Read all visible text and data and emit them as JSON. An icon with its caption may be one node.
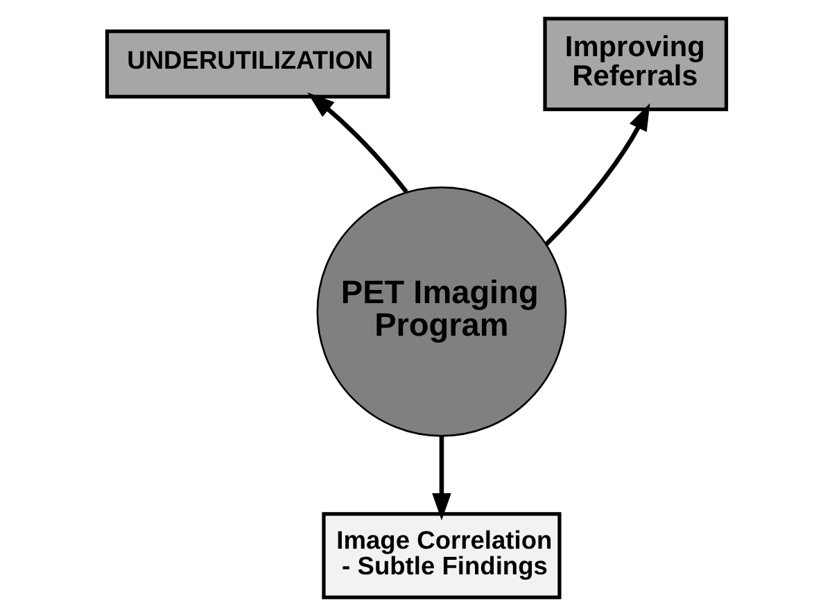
{
  "diagram": {
    "nodes": [
      {
        "text": [
          "PET Imaging Program"
        ]
      },
      {
        "text": [
          "UNDERUTILIZATION"
        ]
      },
      {
        "text": [
          "Improving Referrals"
        ]
      },
      {
        "text": [
          "Image Correlation - Subtle Findings"
        ]
      }
    ],
    "edges": [
      {
        "from": 0,
        "to": 1,
        "arrow": "to"
      },
      {
        "from": 0,
        "to": 2,
        "arrow": "to"
      },
      {
        "from": 0,
        "to": 3,
        "arrow": "to"
      }
    ]
  }
}
